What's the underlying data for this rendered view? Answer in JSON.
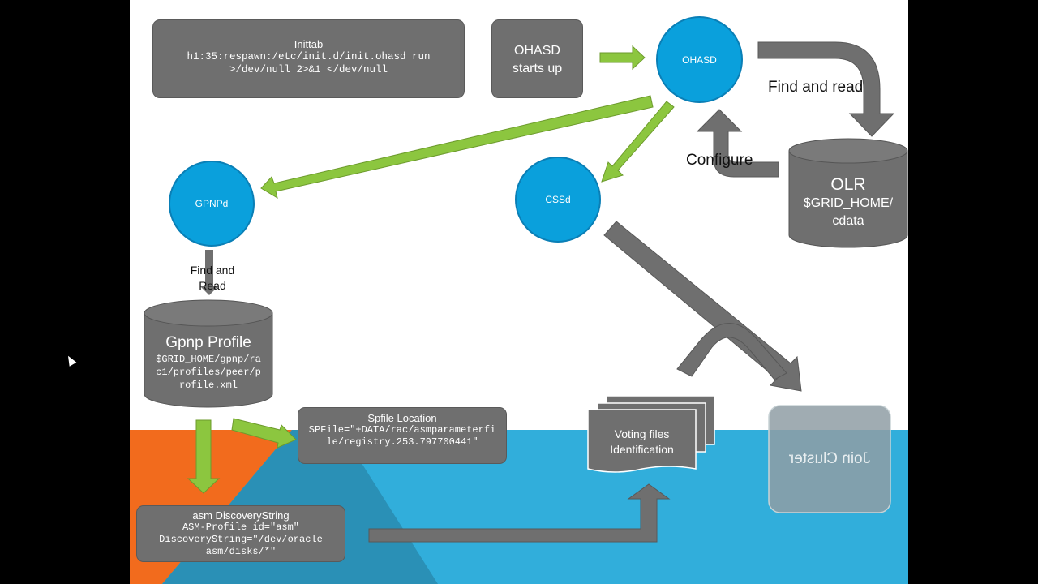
{
  "inittab": {
    "title": "Inittab",
    "code": "h1:35:respawn:/etc/init.d/init.ohasd run >/dev/null 2>&1 </dev/null"
  },
  "ohasd_box": {
    "line1": "OHASD",
    "line2": "starts up"
  },
  "ohasd_circle": "OHASD",
  "find_read_label": "Find and read",
  "configure_label": "Configure",
  "olr": {
    "title": "OLR",
    "line1": "$GRID_HOME/",
    "line2": "cdata"
  },
  "gpnpd": "GPNPd",
  "cssd": "CSSd",
  "gpnp_find_read": {
    "line1": "Find and",
    "line2": "Read"
  },
  "gpnp_profile": {
    "title": "Gpnp Profile",
    "path": "$GRID_HOME/gpnp/rac1/profiles/peer/profile.xml"
  },
  "spfile": {
    "title": "Spfile Location",
    "code": "SPFile=\"+DATA/rac/asmparameterfile/registry.253.797700441\""
  },
  "asm_discovery": {
    "title": "asm DiscoveryString",
    "line1": "ASM-Profile id=\"asm\"",
    "line2": "DiscoveryString=\"/dev/oracle",
    "line3": "asm/disks/*\""
  },
  "voting": {
    "line1": "Voting files",
    "line2": "Identification"
  },
  "join_cluster": "Join Cluster",
  "colors": {
    "blue_circle": "#0aa0dc",
    "gray_box": "#6f6f6f",
    "green_arrow": "#8cc63f",
    "orange": "#f26b1d",
    "cyan_band": "#2fa8d8"
  }
}
